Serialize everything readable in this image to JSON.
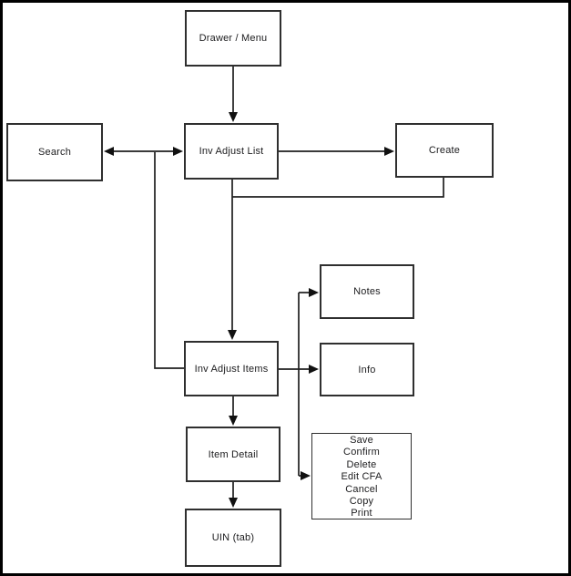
{
  "diagram": {
    "type": "flowchart",
    "background": "#ffffff",
    "frame_color": "#000000",
    "line_color": "#1f1f1f",
    "box_border_color": "#2f2f2f",
    "text_color": "#1c1c1e",
    "nodes": {
      "drawer_menu": {
        "label": "Drawer / Menu"
      },
      "search": {
        "label": "Search"
      },
      "inv_adjust_list": {
        "label": "Inv Adjust List"
      },
      "create": {
        "label": "Create"
      },
      "notes": {
        "label": "Notes"
      },
      "inv_adjust_items": {
        "label": "Inv Adjust Items"
      },
      "info": {
        "label": "Info"
      },
      "item_detail": {
        "label": "Item Detail"
      },
      "uin_tab": {
        "label": "UIN (tab)"
      },
      "actions": {
        "lines": [
          "Save",
          "Confirm",
          "Delete",
          "Edit CFA",
          "Cancel",
          "Copy",
          "Print"
        ]
      }
    },
    "edges": [
      {
        "from": "Drawer / Menu",
        "to": "Inv Adjust List",
        "style": "arrow-down"
      },
      {
        "from": "Search",
        "to": "Inv Adjust List",
        "style": "double-headed-arrow"
      },
      {
        "from": "Inv Adjust List",
        "to": "Create",
        "style": "arrow-right"
      },
      {
        "from": "Create",
        "to": "Inv Adjust Items",
        "style": "elbow-line-merging-into-down-arrow"
      },
      {
        "from": "Inv Adjust List",
        "to": "Inv Adjust Items",
        "style": "arrow-down"
      },
      {
        "from": "Search link line",
        "to": "Inv Adjust Items",
        "style": "plain-elbow-line"
      },
      {
        "from": "Inv Adjust Items",
        "to": "Notes",
        "style": "arrow-right-branch-up"
      },
      {
        "from": "Inv Adjust Items",
        "to": "Info",
        "style": "arrow-right"
      },
      {
        "from": "Inv Adjust Items",
        "to": "Actions list",
        "style": "arrow-right-branch-down"
      },
      {
        "from": "Inv Adjust Items",
        "to": "Item Detail",
        "style": "arrow-down"
      },
      {
        "from": "Item Detail",
        "to": "UIN (tab)",
        "style": "arrow-down"
      }
    ]
  }
}
